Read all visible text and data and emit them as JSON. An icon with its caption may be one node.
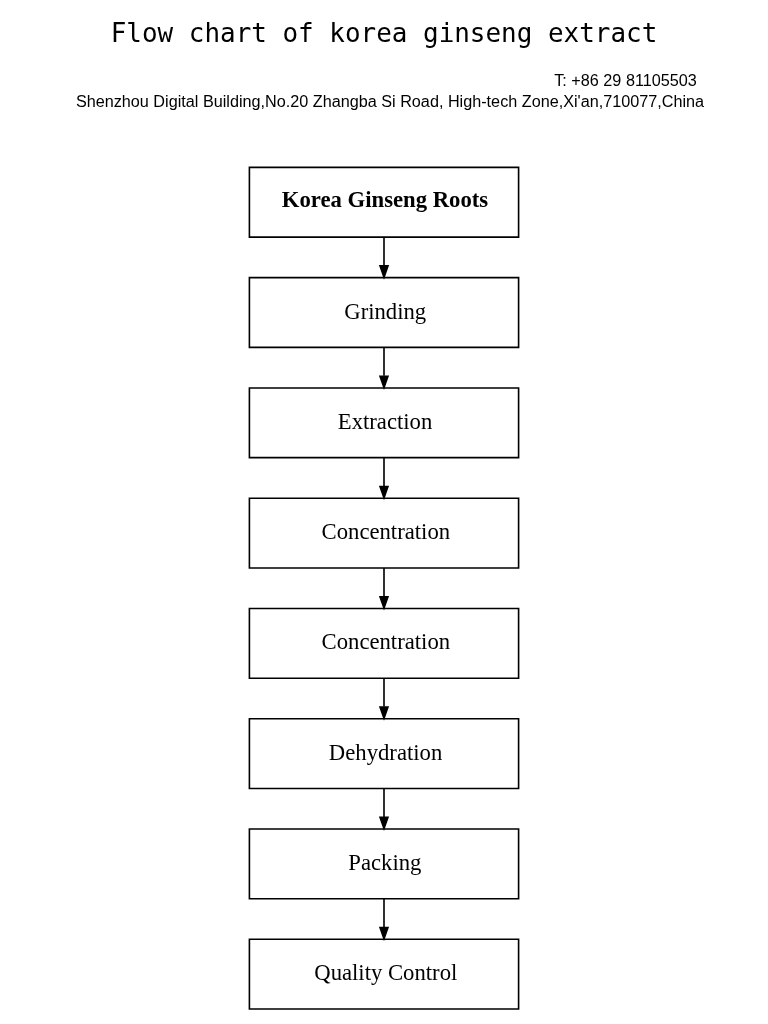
{
  "diagram": {
    "title": "Flow chart of korea ginseng extract",
    "nodes": [
      {
        "text": [
          "Korea Ginseng Roots"
        ]
      },
      {
        "text": [
          "Grinding"
        ]
      },
      {
        "text": [
          "Extraction"
        ]
      },
      {
        "text": [
          "Concentration"
        ]
      },
      {
        "text": [
          "Concentration"
        ]
      },
      {
        "text": [
          "Dehydration"
        ]
      },
      {
        "text": [
          "Packing"
        ]
      },
      {
        "text": [
          "Quality Control"
        ]
      }
    ],
    "edges": [
      {
        "from": 0,
        "to": 1,
        "arrow": "to"
      },
      {
        "from": 1,
        "to": 2,
        "arrow": "to"
      },
      {
        "from": 2,
        "to": 3,
        "arrow": "to"
      },
      {
        "from": 3,
        "to": 4,
        "arrow": "to"
      },
      {
        "from": 4,
        "to": 5,
        "arrow": "to"
      },
      {
        "from": 5,
        "to": 6,
        "arrow": "to"
      },
      {
        "from": 6,
        "to": 7,
        "arrow": "to"
      }
    ],
    "labels": [
      "T: +86 29 81105503",
      "Shenzhou Digital Building,No.20 Zhangba Si Road, High-tech Zone,Xi'an,710077,China"
    ]
  }
}
